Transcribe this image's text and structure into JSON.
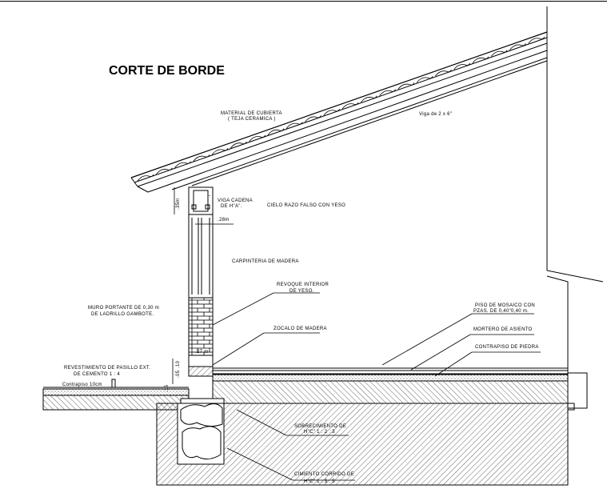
{
  "title": "CORTE DE BORDE",
  "labels": {
    "material_cubierta_1": "MATERIAL DE CUBIERTA",
    "material_cubierta_2": "( TEJA CERAMICA )",
    "viga": "Viga de 2 x 6\"",
    "viga_cadena_1": "VIGA CADENA",
    "viga_cadena_2": "DE H\"A\".",
    "cielo_razo": "CIELO RAZO FALSO CON YESO",
    "dim_viga_alto": ".35m",
    "dim_muro_ancho": ".28m",
    "carpinteria": "CARPINTERIA DE MADERA",
    "revoque_1": "REVOQUE INTERIOR",
    "revoque_2": "DE YESO.",
    "muro_1": "MURO PORTANTE DE 0,30 m",
    "muro_2": "DE LADRILLO GAMBOTE.",
    "piso_mosaico_1": "PISO DE MOSAICO CON",
    "piso_mosaico_2": "PZAS. DE 0,40\"0,40 m.",
    "zocalo": "ZOCALO DE MADERA",
    "mortero": "MORTERO DE ASIENTO",
    "contrapiso_piedra": "CONTRAPISO DE PIEDRA",
    "dim_zocalo": ".27 m",
    "dim_sobrecimiento_1": ".10",
    "dim_sobrecimiento_2": ".05",
    "revestimiento_1": "REVESTIMIENTO DE PASILLO EXT.",
    "revestimiento_2": "DE CEMENTO   1 : 4",
    "contrapiso_10": "Contrapiso 10cm",
    "dim_exterior": ".15",
    "sobrecimiento_1": "SOBRECIMIENTO DE",
    "sobrecimiento_2": "H\"C\"     1 : 2 : 3",
    "cimiento_1": "CIMIENTO CORRIDO DE",
    "cimiento_2": "H\"C\"     1 : 3 : 5"
  },
  "colors": {
    "line": "#000000",
    "background": "#ffffff"
  }
}
